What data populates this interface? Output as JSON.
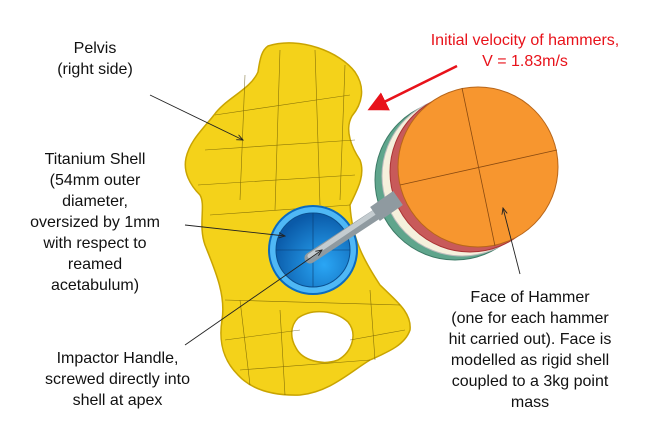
{
  "labels": {
    "pelvis": [
      "Pelvis",
      "(right side)"
    ],
    "shell": [
      "Titanium Shell",
      "(54mm outer",
      "diameter,",
      "oversized by 1mm",
      "with respect to",
      "reamed",
      "acetabulum)"
    ],
    "impactor": [
      "Impactor Handle,",
      "screwed directly into",
      "shell at apex"
    ],
    "hammer": [
      "Face of Hammer",
      "(one for each hammer",
      "hit carried out). Face is",
      "modelled as rigid shell",
      "coupled to a 3kg point",
      "mass"
    ],
    "velocity": [
      "Initial velocity of hammers,",
      "V = 1.83m/s"
    ]
  },
  "colors": {
    "pelvis": "#f4d21a",
    "shell": "#1a8fe0",
    "hammer": "#f7962f",
    "velocity": "#e8121a"
  }
}
